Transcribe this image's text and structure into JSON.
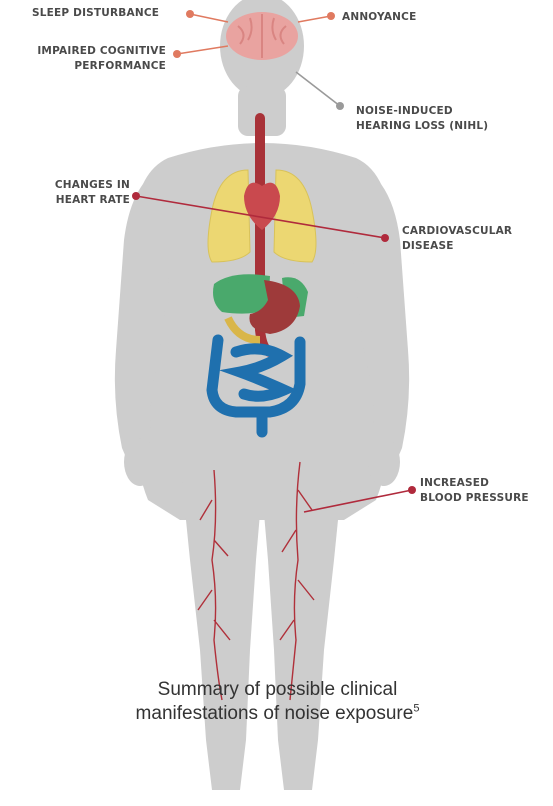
{
  "labels": {
    "sleep_disturbance": "SLEEP DISTURBANCE",
    "annoyance": "ANNOYANCE",
    "impaired_cognitive_1": "IMPAIRED COGNITIVE",
    "impaired_cognitive_2": "PERFORMANCE",
    "nihl_1": "NOISE-INDUCED",
    "nihl_2": "HEARING LOSS (NIHL)",
    "heart_rate_1": "CHANGES IN",
    "heart_rate_2": "HEART RATE",
    "cardio_1": "CARDIOVASCULAR",
    "cardio_2": "DISEASE",
    "bp_1": "INCREASED",
    "bp_2": "BLOOD PRESSURE"
  },
  "caption": {
    "line1": "Summary of possible clinical",
    "line2": "manifestations of noise exposure",
    "superscript": "5"
  },
  "colors": {
    "body": "#cdcdcd",
    "brain": "#e9a3a0",
    "lungs": "#ecd772",
    "heart": "#c9494e",
    "vessels": "#a83238",
    "liver": "#4aa96c",
    "stomach": "#9e3a3a",
    "intestines": "#1f70ae",
    "head_leader": "#e07a60",
    "nihl_leader": "#9a9a9a",
    "body_leader": "#b02a3c"
  }
}
